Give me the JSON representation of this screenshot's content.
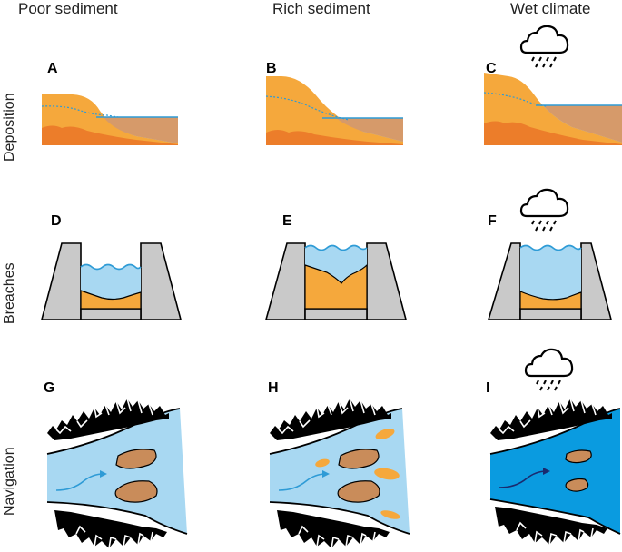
{
  "columns": [
    {
      "title": "Poor sediment"
    },
    {
      "title": "Rich sediment"
    },
    {
      "title": "Wet climate"
    }
  ],
  "rows": [
    {
      "label": "Deposition"
    },
    {
      "label": "Breaches"
    },
    {
      "label": "Navigation"
    }
  ],
  "panels": {
    "deposition": [
      {
        "letter": "A"
      },
      {
        "letter": "B"
      },
      {
        "letter": "C"
      }
    ],
    "breaches": [
      {
        "letter": "D"
      },
      {
        "letter": "E"
      },
      {
        "letter": "F"
      }
    ],
    "navigation": [
      {
        "letter": "G"
      },
      {
        "letter": "H"
      },
      {
        "letter": "I"
      }
    ]
  },
  "colors": {
    "sediment": "#f5a83c",
    "sediment_dark": "#ec7d2a",
    "water": "#a8d8f2",
    "water_dark": "#0a9be0",
    "water_line": "#2e9bd6",
    "overlap": "#d69a6a",
    "levee": "#c9c9c9",
    "island": "#c98c5a",
    "mountain": "#000000"
  },
  "icons": {
    "cloud": "rain-cloud-icon",
    "flow": "flow-arrow-icon"
  }
}
